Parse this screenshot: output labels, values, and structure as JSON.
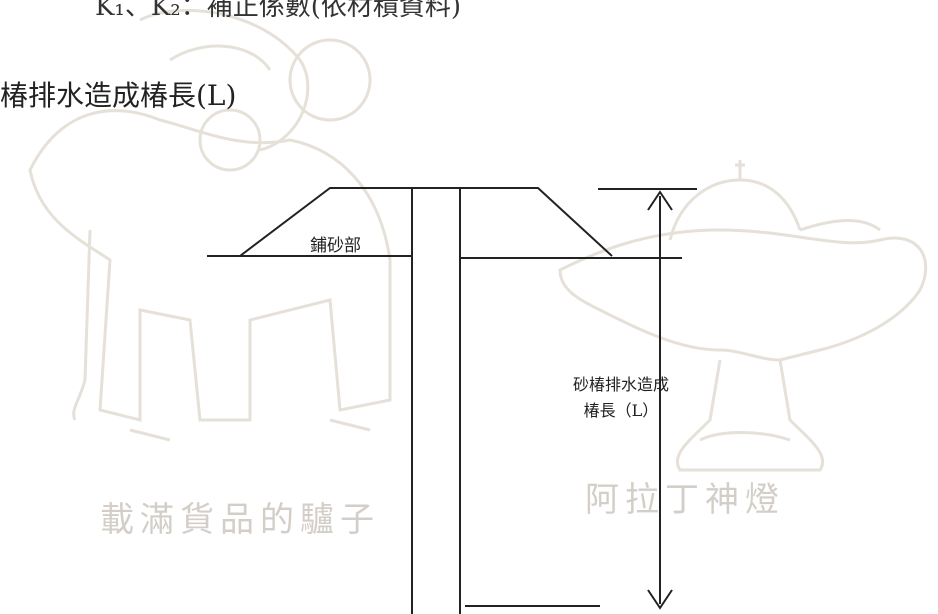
{
  "header": {
    "top_text": "K₁、K₂：補正係數(依材積資料)",
    "section_heading": "椿排水造成椿長(L)"
  },
  "diagram": {
    "sand_label": "鋪砂部",
    "length_label": "砂椿排水造成椿長（L）"
  },
  "watermark": {
    "left_caption": "載滿貨品的驢子",
    "right_caption": "阿拉丁神燈"
  },
  "colors": {
    "line": "#222222",
    "watermark": "#d3cfc8"
  }
}
